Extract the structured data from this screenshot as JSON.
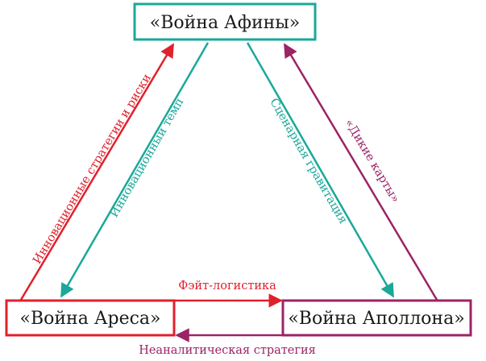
{
  "colors": {
    "teal": "#1aa89a",
    "red": "#e0202c",
    "purple": "#9c2366",
    "box_text": "#1a1a1a"
  },
  "nodes": {
    "athena": "«Война Афины»",
    "ares": "«Война Ареса»",
    "apollo": "«Война Аполлона»"
  },
  "edges": {
    "ares_to_athena": "Инновационные стратегии и риски",
    "athena_to_ares": "Инновационный темп",
    "athena_to_apollo": "Сценарная гравитация",
    "apollo_to_athena": "«Дикие карты»",
    "ares_to_apollo": "Фэйт-логистика",
    "apollo_to_ares": "Неаналитическая стратегия"
  }
}
